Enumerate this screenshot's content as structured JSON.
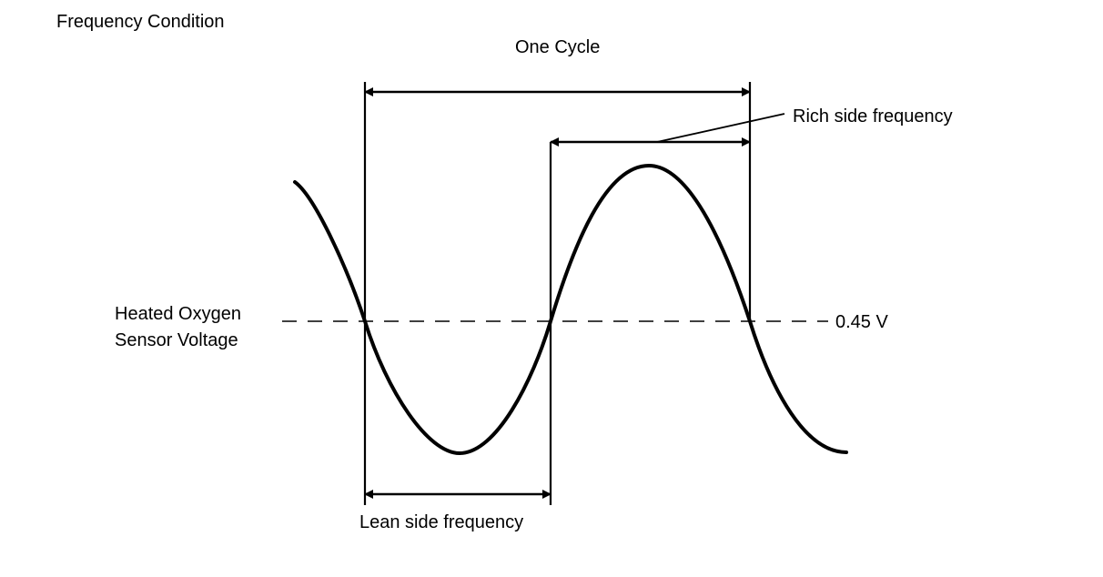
{
  "title": "Frequency Condition",
  "labels": {
    "one_cycle": "One Cycle",
    "rich_side": "Rich side frequency",
    "lean_side": "Lean side frequency",
    "sensor_line1": "Heated Oxygen",
    "sensor_line2": "Sensor Voltage",
    "threshold": "0.45 V"
  },
  "colors": {
    "line": "#000000",
    "background": "#ffffff"
  }
}
